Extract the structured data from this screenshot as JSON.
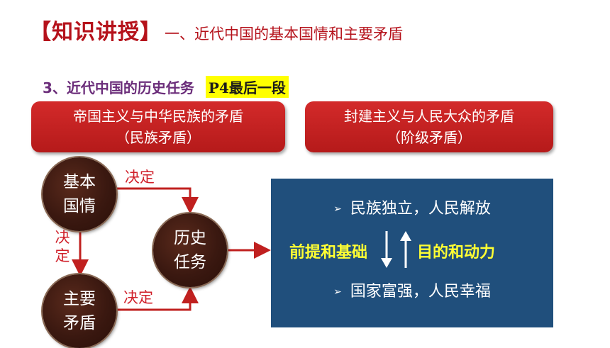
{
  "title": {
    "main": "【知识讲授】",
    "sub": "一、近代中国的基本国情和主要矛盾"
  },
  "subtitle": {
    "label": "3、近代中国的历史任务",
    "reference": "P4最后一段"
  },
  "contradictions": [
    {
      "line1": "帝国主义与中华民族的矛盾",
      "line2": "（民族矛盾）"
    },
    {
      "line1": "封建主义与人民大众的矛盾",
      "line2": "（阶级矛盾）"
    }
  ],
  "nodes": {
    "basic": {
      "line1": "基本",
      "line2": "国情"
    },
    "contradiction": {
      "line1": "主要",
      "line2": "矛盾"
    },
    "task": {
      "line1": "历史",
      "line2": "任务"
    }
  },
  "relations": {
    "top": "决定",
    "left_1": "决",
    "left_2": "定",
    "bottom": "决定"
  },
  "goals": {
    "item1": "民族独立，人民解放",
    "item2": "国家富强，人民幸福",
    "left_label": "前提和基础",
    "right_label": "目的和动力",
    "bullet": "➢"
  },
  "colors": {
    "title_red": "#b5121b",
    "box_red": "#c0201f",
    "node_brown": "#3a1810",
    "panel_blue": "#204f7c",
    "highlight_yellow": "#ffff33",
    "relation_red": "#d0202a"
  }
}
